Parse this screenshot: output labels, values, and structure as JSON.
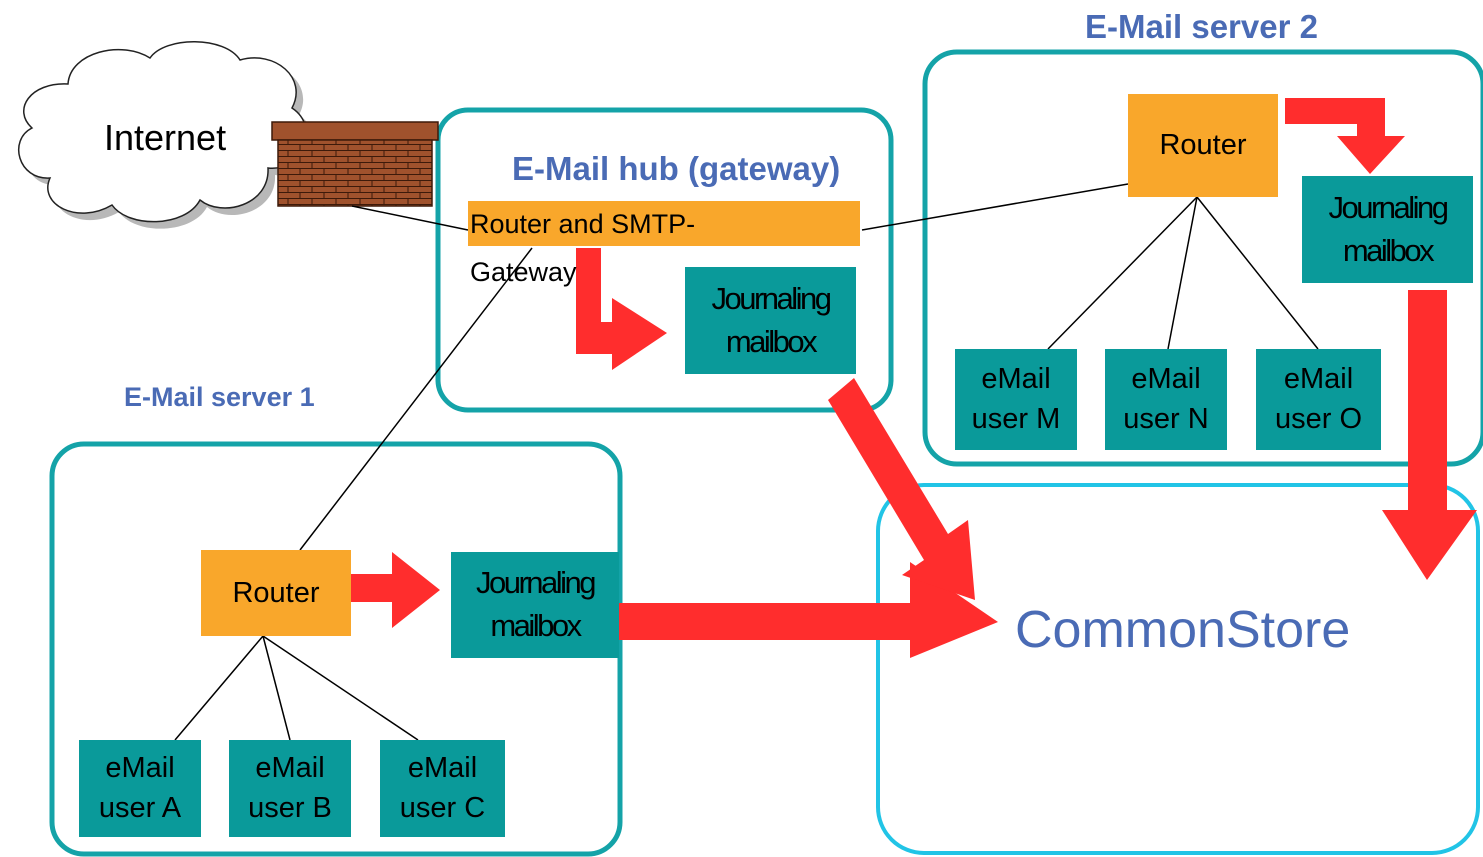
{
  "internet": {
    "label": "Internet"
  },
  "hub": {
    "title": "E-Mail hub (gateway)",
    "router_label_line1": "Router and SMTP-",
    "router_label_line2": "Gateway",
    "journal_line1": "Journaling",
    "journal_line2": "mailbox"
  },
  "server1": {
    "title": "E-Mail server 1",
    "router_label": "Router",
    "journal_line1": "Journaling",
    "journal_line2": "mailbox",
    "users": [
      {
        "line1": "eMail",
        "line2": "user A"
      },
      {
        "line1": "eMail",
        "line2": "user B"
      },
      {
        "line1": "eMail",
        "line2": "user C"
      }
    ]
  },
  "server2": {
    "title": "E-Mail server 2",
    "router_label": "Router",
    "journal_line1": "Journaling",
    "journal_line2": "mailbox",
    "users": [
      {
        "line1": "eMail",
        "line2": "user M"
      },
      {
        "line1": "eMail",
        "line2": "user N"
      },
      {
        "line1": "eMail",
        "line2": "user O"
      }
    ]
  },
  "commonstore": {
    "label": "CommonStore"
  },
  "colors": {
    "container_border": "#14a3a8",
    "commonstore_border": "#21c4e6",
    "router_fill": "#f9a72b",
    "mailbox_fill": "#0a9a9a",
    "arrow_fill": "#ff2d2d",
    "title_text": "#4a6bb5",
    "firewall_brick": "#a0522d"
  }
}
